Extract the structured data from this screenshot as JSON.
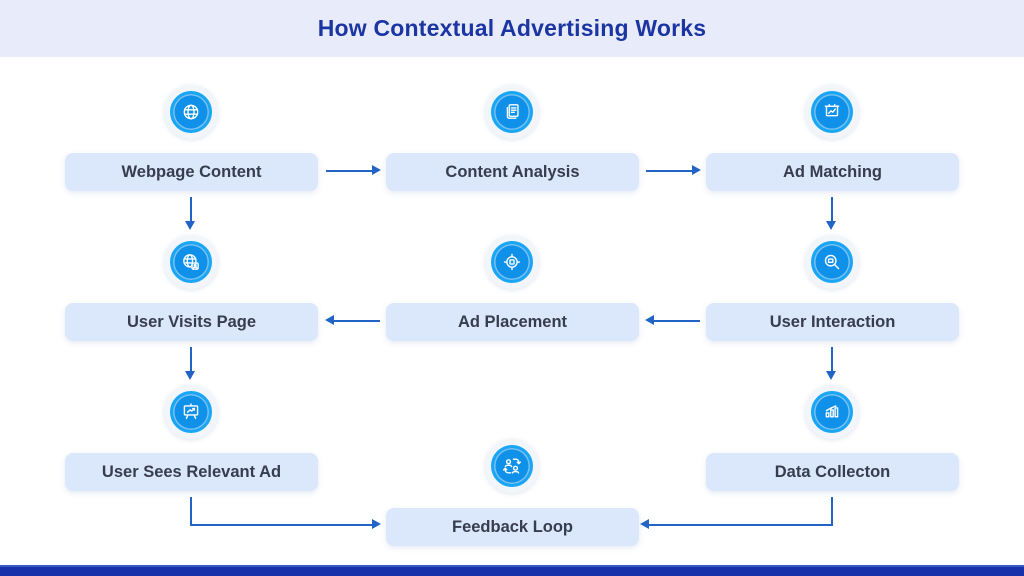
{
  "title": "How Contextual Advertising Works",
  "colors": {
    "header_bg": "#e8ecfa",
    "title": "#1b35a3",
    "box_bg": "#dbe7fa",
    "box_text": "#363d4e",
    "arrow": "#2263c6",
    "icon_ring": "#18a6f5",
    "icon_fill": "#0f90e9",
    "footer_bar": "#1631aa"
  },
  "nodes": [
    {
      "id": "webpage-content",
      "label": "Webpage Content",
      "icon": "globe-icon"
    },
    {
      "id": "content-analysis",
      "label": "Content Analysis",
      "icon": "document-icon"
    },
    {
      "id": "ad-matching",
      "label": "Ad Matching",
      "icon": "chart-board-icon"
    },
    {
      "id": "user-visits-page",
      "label": "User Visits Page",
      "icon": "globe-badge-icon"
    },
    {
      "id": "ad-placement",
      "label": "Ad Placement",
      "icon": "target-icon"
    },
    {
      "id": "user-interaction",
      "label": "User Interaction",
      "icon": "magnifier-icon"
    },
    {
      "id": "user-sees-relevant-ad",
      "label": "User Sees Relevant Ad",
      "icon": "easel-chart-icon"
    },
    {
      "id": "data-collecton",
      "label": "Data Collecton",
      "icon": "bar-chart-icon"
    },
    {
      "id": "feedback-loop",
      "label": "Feedback Loop",
      "icon": "people-sync-icon"
    }
  ],
  "edges": [
    {
      "from": "Webpage Content",
      "to": "Content Analysis"
    },
    {
      "from": "Content Analysis",
      "to": "Ad Matching"
    },
    {
      "from": "Webpage Content",
      "to": "User Visits Page"
    },
    {
      "from": "Ad Matching",
      "to": "User Interaction"
    },
    {
      "from": "User Interaction",
      "to": "Ad Placement"
    },
    {
      "from": "Ad Placement",
      "to": "User Visits Page"
    },
    {
      "from": "User Visits Page",
      "to": "User Sees Relevant Ad"
    },
    {
      "from": "User Interaction",
      "to": "Data Collecton"
    },
    {
      "from": "User Sees Relevant Ad",
      "to": "Feedback Loop"
    },
    {
      "from": "Data Collecton",
      "to": "Feedback Loop"
    }
  ]
}
